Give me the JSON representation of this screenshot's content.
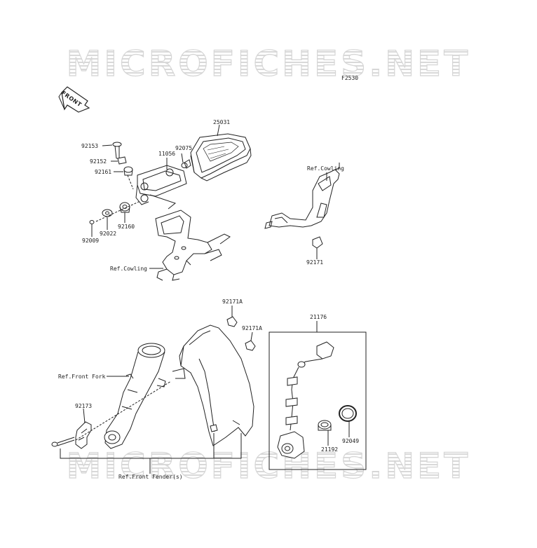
{
  "watermark": "MICROFICHES.NET",
  "figure_code": "F2530",
  "front_arrow_text": "FRONT",
  "labels": {
    "p25031": "25031",
    "p92153": "92153",
    "p92152": "92152",
    "p92161": "92161",
    "p11056": "11056",
    "p92075": "92075",
    "p92009": "92009",
    "p92022": "92022",
    "p92160": "92160",
    "ref_cowling_top": "Ref.Cowling",
    "ref_cowling_left": "Ref.Cowling",
    "p92171": "92171",
    "p92171a_1": "92171A",
    "p92171a_2": "92171A",
    "p21176": "21176",
    "ref_front_fork": "Ref.Front Fork",
    "p92173": "92173",
    "p21192": "21192",
    "p92049": "92049",
    "ref_front_fender": "Ref.Front Fender(s)"
  }
}
